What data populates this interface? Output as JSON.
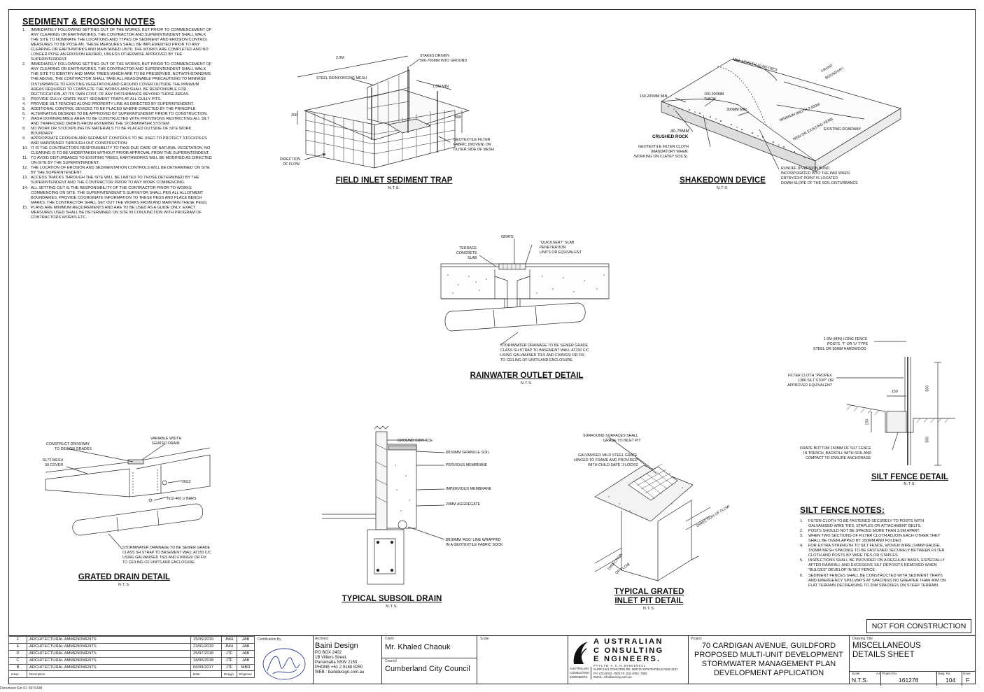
{
  "notes": {
    "title": "SEDIMENT & EROSION NOTES",
    "items": [
      "IMMEDIATELY FOLLOWING SETTING OUT OF THE WORKS, BUT PRIOR TO COMMENCEMENT OF ANY CLEARING OR EARTHWORKS, THE CONTRACTOR AND SUPERINTENDENT SHALL WALK THE SITE TO NOMINATE THE LOCATIONS AND TYPES OF SEDIMENT AND EROSION CONTROL MEASURES TO BE POSE AN. THESE MEASURES SHALL BE IMPLEMENTED PRIOR TO ANY CLEARING OR EARTHWORKS AND MAINTAINED UNTIL THE WORKS ARE COMPLETED AND NO LONGER POSE AN EROSION HAZARD, UNLESS OTHERWISE APPROVED BY THE SUPERINTENDENT.",
      "IMMEDIATELY FOLLOWING SETTING OUT OF THE WORKS, BUT PRIOR TO COMMENCEMENT OF ANY CLEARING OR EARTHWORKS, THE CONTRACTOR AND SUPERINTENDENT SHALL WALK THE SITE TO IDENTIFY AND MARK TREES WHICH ARE TO BE PRESERVED. NOTWITHSTANDING THE ABOVE, THE CONTRACTOR SHALL TAKE ALL REASONABLE PRECAUTIONS TO MINIMISE DISTURBANCE TO EXISTING VEGETATION AND GROUND COVER OUTSIDE THE MINIMUM AREAS REQUIRED TO COMPLETE THE WORKS AND SHALL BE RESPONSIBLE FOR RECTIFICATION, AT ITS OWN COST, OF ANY DISTURBANCE BEYOND THOSE AREAS.",
      "PROVIDE GULLY GRATE INLET SEDIMENT TRAPS AT ALL GULLY PITS.",
      "PROVIDE SILT FENCING ALONG PROPERTY LINE AS DIRECTED BY SUPERINTENDENT.",
      "ADDITIONAL CONTROL DEVICES TO BE PLACED WHERE DIRECTED BY THE PRINCIPLE.",
      "ALTERNATIVE DESIGNS TO BE APPROVED BY SUPERINTENDENT PRIOR TO CONSTRUCTION.",
      "WASH DOWN/RUMBLE AREA TO BE CONSTRUCTED WITH PROVISIONS RESTRICTING ALL SILT AND TRAFFICKED DEBRIS FROM ENTERING THE STORMWATER SYSTEM.",
      "NO WORK OR STOCKPILING OF MATERIALS TO BE PLACED OUTSIDE OF SITE WORK BOUNDARY.",
      "APPROPRIATE EROSION AND SEDIMENT CONTROLS TO BE USED TO PROTECT STOCKPILES AND MAINTAINED THROUGH OUT CONSTRUCTION.",
      "IT IS THE CONTRACTORS RESPONSIBILITY TO TAKE DUE CARE OF NATURAL VEGETATION. NO CLEARING IS TO BE UNDERTAKEN WITHOUT PRIOR APPROVAL FROM THE SUPERINTENDENT.",
      "TO AVOID DISTURBANCE TO EXISTING TREES, EARTHWORKS WILL BE MODIFIED AS DIRECTED ON-SITE BY THE SUPERINTENDENT.",
      "THE LOCATION OF EROSION AND SEDIMENTATION CONTROLS WILL BE DETERMINED ON SITE BY THE SUPERINTENDENT.",
      "ACCESS TRACKS THROUGH THE SITE WILL BE LIMITED TO THOSE DETERMINED BY THE SUPERINTENDENT AND THE CONTRACTOR PRIOR TO ANY WORK COMMENCING.",
      "ALL SETTING OUT IS THE RESPONSIBILITY OF THE CONTRACTOR PRIOR TO WORKS COMMENCING ON SITE. THE SUPERINTENDENT'S SURVEYOR SHALL PEG ALL ALLOTMENT BOUNDARIES, PROVIDE COORDINATE INFORMATION TO THESE PEGS AND PLACE BENCH MARKS. THE CONTRACTOR SHALL SET OUT THE WORKS FROM AND MAINTAIN THESE PEGS.",
      "PLANS ARE MINIMUM REQUIREMENTS AND ARE TO BE USED AS A GUIDE ONLY. EXACT MEASURES USED SHALL BE DETERMINED ON SITE IN CONJUNCTION WITH PROGRAM OF CONTRACTORS WORKS etc."
    ]
  },
  "silt_notes": {
    "title": "SILT FENCE NOTES:",
    "items": [
      "FILTER CLOTH TO BE FASTENED SECURELY TO POSTS WITH GALVANISED WIRE TIES, STAPLES OR ATTACHMENT BELTS.",
      "POSTS SHOULD NOT BE SPACED MORE THAN 3.0m APART.",
      "WHEN TWO SECTIONS OF FILTER CLOTH ADJOIN EACH OTHER THEY SHALL BE OVERLAPPED BY 150mm AND FOLDED.",
      "FOR EXTRA STRENGTH TO SILT FENCE, WOVEN WIRE (14mm GAUGE, 150mm MESH SPACING) TO BE FASTENED SECURELY BETWEEN FILTER CLOTH AND POSTS BY WIRE TIES OR STAPLES.",
      "INSPECTIONS SHALL BE PROVIDED ON A REGULAR BASIS, ESPECIALLY AFTER RAINFALL AND EXCESSIVE SILT DEPOSITS REMOVED WHEN \"BULGES\" DEVELOP IN SILT FENCE.",
      "SEDIMENT FENCES SHALL BE CONSTRUCTED WITH SEDIMENT TRAPS AND EMERGENCY SPILLWAYS AT SPACINGS NO GREATER THAN 40m ON FLAT TERRAIN DECREASING TO 20m SPACINGS ON STEEP TERRAIN."
    ]
  },
  "nts": "N.T.S.",
  "details": {
    "field_inlet": {
      "title": "FIELD INLET SEDIMENT TRAP",
      "labels": {
        "dim_2m": "2.0m",
        "stakes": "STAKES DRIVEN",
        "stakes2": "500-700mm INTO GROUND",
        "mesh": "STEEL REINFORCING MESH",
        "dim_1m": "1.0m MIN",
        "d200": "200",
        "d500": "500",
        "geo1": "GEOTEXTILE FILTER",
        "geo2": "FABRIC (WOVEN) ON",
        "geo3": "OUTER SIDE OF MESH",
        "dir1": "DIRECTION",
        "dir2": "OF FLOW"
      }
    },
    "shakedown": {
      "title": "SHAKEDOWN DEVICE",
      "labels": {
        "minlen": "MIN. LENGTH 10 METRES",
        "front1": "FRONT",
        "front2": "BOUNDARY",
        "l150a": "150-200mm MIN.",
        "l150b": "150-200mm",
        "thick": "THICK",
        "l300": "300mm MIN.",
        "minw": "MINIMUM WIDTH 2.000m",
        "kerb": "NEW OR EXISTING KERB",
        "road": "EXISTING ROADWAY",
        "rock1": "40-75mm",
        "rock2": "CRUSHED ROCK",
        "geo1": "GEOTEXTILE FILTER CLOTH",
        "geo2": "(MANDATORY WHEN",
        "geo3": "WORKING ON CLAYEY SOILS)",
        "bund1": "RUNOFF DIVERSION BUND",
        "bund2": "INCORPORATED INTO THE PAD WHEN",
        "bund3": "ENTRY/EXIT POINT IS LOCATED",
        "bund4": "DOWN-SLOPE OF THE SOIL DISTURBANCE"
      }
    },
    "rainwater": {
      "title": "RAINWATER OUTLET DETAIL",
      "labels": {
        "grate": "GRATE",
        "qs1": "\"QUICKSERT\" SLAB",
        "qs2": "PENETRATION",
        "qs3": "UNITS OR EQUIVALENT",
        "tc1": "TERRACE",
        "tc2": "CONCRETE",
        "tc3": "SLAB",
        "sw1": "STORMWATER DRAINAGE TO BE SEWER GRADE",
        "sw2": "CLASS SH STRAP TO BASEMENT WALL AT150 C/C",
        "sw3": "USING GALVANISED TIES AND FIXINGS/ OR FIX",
        "sw4": "TO CEILING OF UNITS AND ENCLOSURE."
      }
    },
    "silt_fence": {
      "title": "SILT FENCE DETAIL",
      "labels": {
        "p1": "1.0m (MIN) LONG FENCE",
        "p2": "POSTS. 'T' OR 'U' TYPE",
        "p3": "STEEL OR 50mm HARDWOOD",
        "f1": "FILTER CLOTH \"PROPEX",
        "f2": "1380 SILT STOP\" OR",
        "f3": "APPROVED EQUIVALENT",
        "d150a": "150",
        "d150b": "150",
        "d500a": "500",
        "d500b": "500",
        "dr1": "DRAPE BOTTOM 150mm OF SILT FENCE",
        "dr2": "IN TRENCH, BACKFILL WITH SOIL AND",
        "dr3": "COMPACT TO ENSURE ANCHORAGE"
      }
    },
    "grated_drain": {
      "title": "GRATED DRAIN DETAIL",
      "labels": {
        "cd1": "CONSTRUCT DRIVEWAY",
        "cd2": "TO DESIGN GRADES",
        "vw1": "VARIABLE WIDTH",
        "vw2": "GRATED DRAIN",
        "sl1": "SL72 MESH",
        "sl2": "30 COVER",
        "n12": "2N12",
        "bars": "N12-400 U BARS",
        "sw1": "STORMWATER DRAINAGE TO BE SEWER GRADE",
        "sw2": "CLASS SH STRAP TO BASEMENT WALL AT150 C/C",
        "sw3": "USING GALVANISED TIES AND FIXINGS/ OR FIX",
        "sw4": "TO CEILING OF UNITS AND ENCLOSURE."
      }
    },
    "subsoil": {
      "title": "TYPICAL SUBSOIL DRAIN",
      "labels": {
        "gs": "GROUND SURFACE",
        "gran": "Ø150mm GRANULE SOIL",
        "perv": "PERVIOUS MEMBRANE",
        "imp": "IMPERVIOUS MEMBRANE",
        "agg": "20mm AGGREGATE",
        "agg1": "Ø100mm 'AGG' LINE WRAPPED",
        "agg2": "IN A GEOTEXTILE FABRIC SOCK"
      }
    },
    "grated_pit": {
      "title1": "TYPICAL GRATED",
      "title2": "INLET PIT DETAIL",
      "labels": {
        "s1": "SURROUND SURFACES SHALL",
        "s2": "GRADE TO INLET PIT",
        "g1": "GALVANISED MILD STEEL GRATE",
        "g2": "HINGED TO FRAME AND PROVIDED",
        "g3": "WITH CHILD SAFE 'J-LOCKS'",
        "df1": "DIRECTION OF FLOW",
        "df2": "DIRECTION",
        "df3": "OF FLOW"
      }
    }
  },
  "not_for_construction": "NOT FOR CONSTRUCTION",
  "title_block": {
    "revisions": [
      {
        "issue": "F",
        "desc": "ARCHITECTURAL AMMENDMENTS",
        "date": "15/05/2019",
        "design": "JMH",
        "eng": "JAB"
      },
      {
        "issue": "E",
        "desc": "ARCHITECTURAL AMMENDMENTS",
        "date": "23/01/2019",
        "design": "JMH",
        "eng": "JAB"
      },
      {
        "issue": "D",
        "desc": "ARCHITECTURAL AMMENDMENTS",
        "date": "25/07/2018",
        "design": "JTF",
        "eng": "JAB"
      },
      {
        "issue": "C",
        "desc": "ARCHITECTURAL AMMENDMENTS",
        "date": "18/05/2018",
        "design": "JTF",
        "eng": "JAB"
      },
      {
        "issue": "B",
        "desc": "ARCHITECTURAL AMMENDMENTS",
        "date": "06/09/2017",
        "design": "JTF",
        "eng": "MBR"
      }
    ],
    "rev_headers": {
      "issue": "Issue",
      "desc": "Description",
      "date": "Date",
      "design": "Design",
      "eng": "Engineer"
    },
    "cert_label": "Certification By",
    "architect_label": "Architect",
    "architect": "Baini Design",
    "architect_addr": [
      "PO BOX 2402",
      "1B Villiers Street,",
      "Parramatta NSW 2150",
      "PHONE   +61 2 9188 8250",
      "WEB : bainidesign.com.au"
    ],
    "client_label": "Client",
    "client": "Mr. Khaled Chaouk",
    "council_label": "Council",
    "council": "Cumberland City Council",
    "scale_label": "Scale",
    "company": [
      "A USTRALIAN",
      "C ONSULTING",
      "E NGINEERS."
    ],
    "company_small": [
      "AUSTRALIAN",
      "CONSULTING",
      "ENGINEERS"
    ],
    "company_info": [
      "P T Y  L T D  -  A . C . N .  0 9 6  0 5 9  0 4 1",
      "SHOP 2-6/1 CONCORD RD, NORTH STRATHFIELD NSW 2137",
      "PH: (02) 9763 -7503    FX: (02) 9763 -7505",
      "EMAIL: info@aceeng.com.au"
    ],
    "project_label": "Project",
    "project": [
      "70 CARDIGAN AVENUE, GUILDFORD",
      "PROPOSED MULTI-UNIT DEVELOPMENT",
      "STORMWATER MANAGEMENT PLAN",
      "DEVELOPMENT APPLICATION"
    ],
    "drawing_title_label": "Drawing Title",
    "drawing_title": [
      "MISCELLANEOUS",
      "DETAILS SHEET"
    ],
    "scale_h": "Scale",
    "size_h": "A1",
    "proj_no_h": "Project No.",
    "dwg_no_h": "Dwg. No.",
    "issue_h": "Issue",
    "scale_v": "N.T.S.",
    "proj_no": "161278",
    "dwg_no": "104",
    "issue_v": "F"
  },
  "doc_id": "Document Set ID: 8376438"
}
